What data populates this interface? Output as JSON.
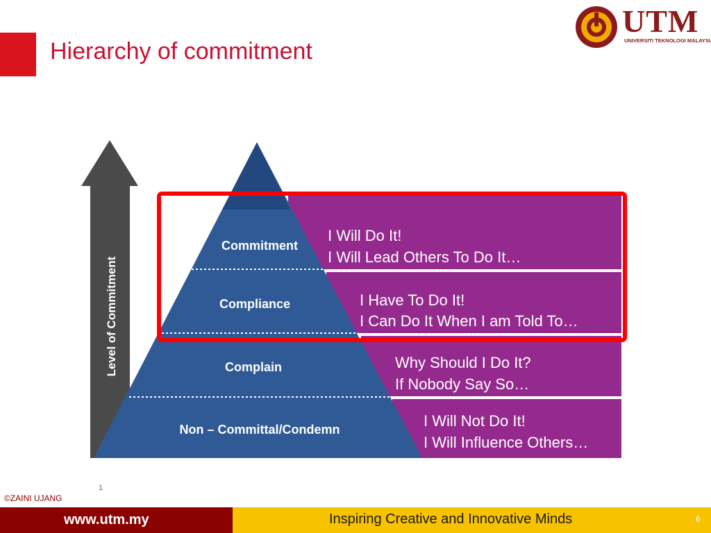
{
  "slide": {
    "title": "Hierarchy of commitment",
    "page_number": "6",
    "small_number": "1",
    "copyright": "©ZAINI UJANG"
  },
  "logo": {
    "wordmark": "UTM",
    "subtitle": "UNIVERSITI TEKNOLOGI MALAYSIA"
  },
  "diagram": {
    "axis_label": "Level of Commitment",
    "levels": [
      {
        "name": "Commitment",
        "line1": "I Will Do It!",
        "line2": "I Will Lead Others To Do It…"
      },
      {
        "name": "Compliance",
        "line1": "I Have To Do It!",
        "line2": "I Can Do It When I am Told To…"
      },
      {
        "name": "Complain",
        "line1": "Why Should I Do It?",
        "line2": "If Nobody Say So…"
      },
      {
        "name": "Non – Committal/Condemn",
        "line1": "I Will Not Do It!",
        "line2": "I Will Influence Others…"
      }
    ],
    "colors": {
      "pyramid": "#2f5a96",
      "pyramid_top": "#23487f",
      "band": "#952a8e",
      "arrow": "#4a4a4a",
      "highlight": "#ff0000"
    }
  },
  "footer": {
    "website": "www.utm.my",
    "tagline": "Inspiring Creative and Innovative Minds"
  }
}
